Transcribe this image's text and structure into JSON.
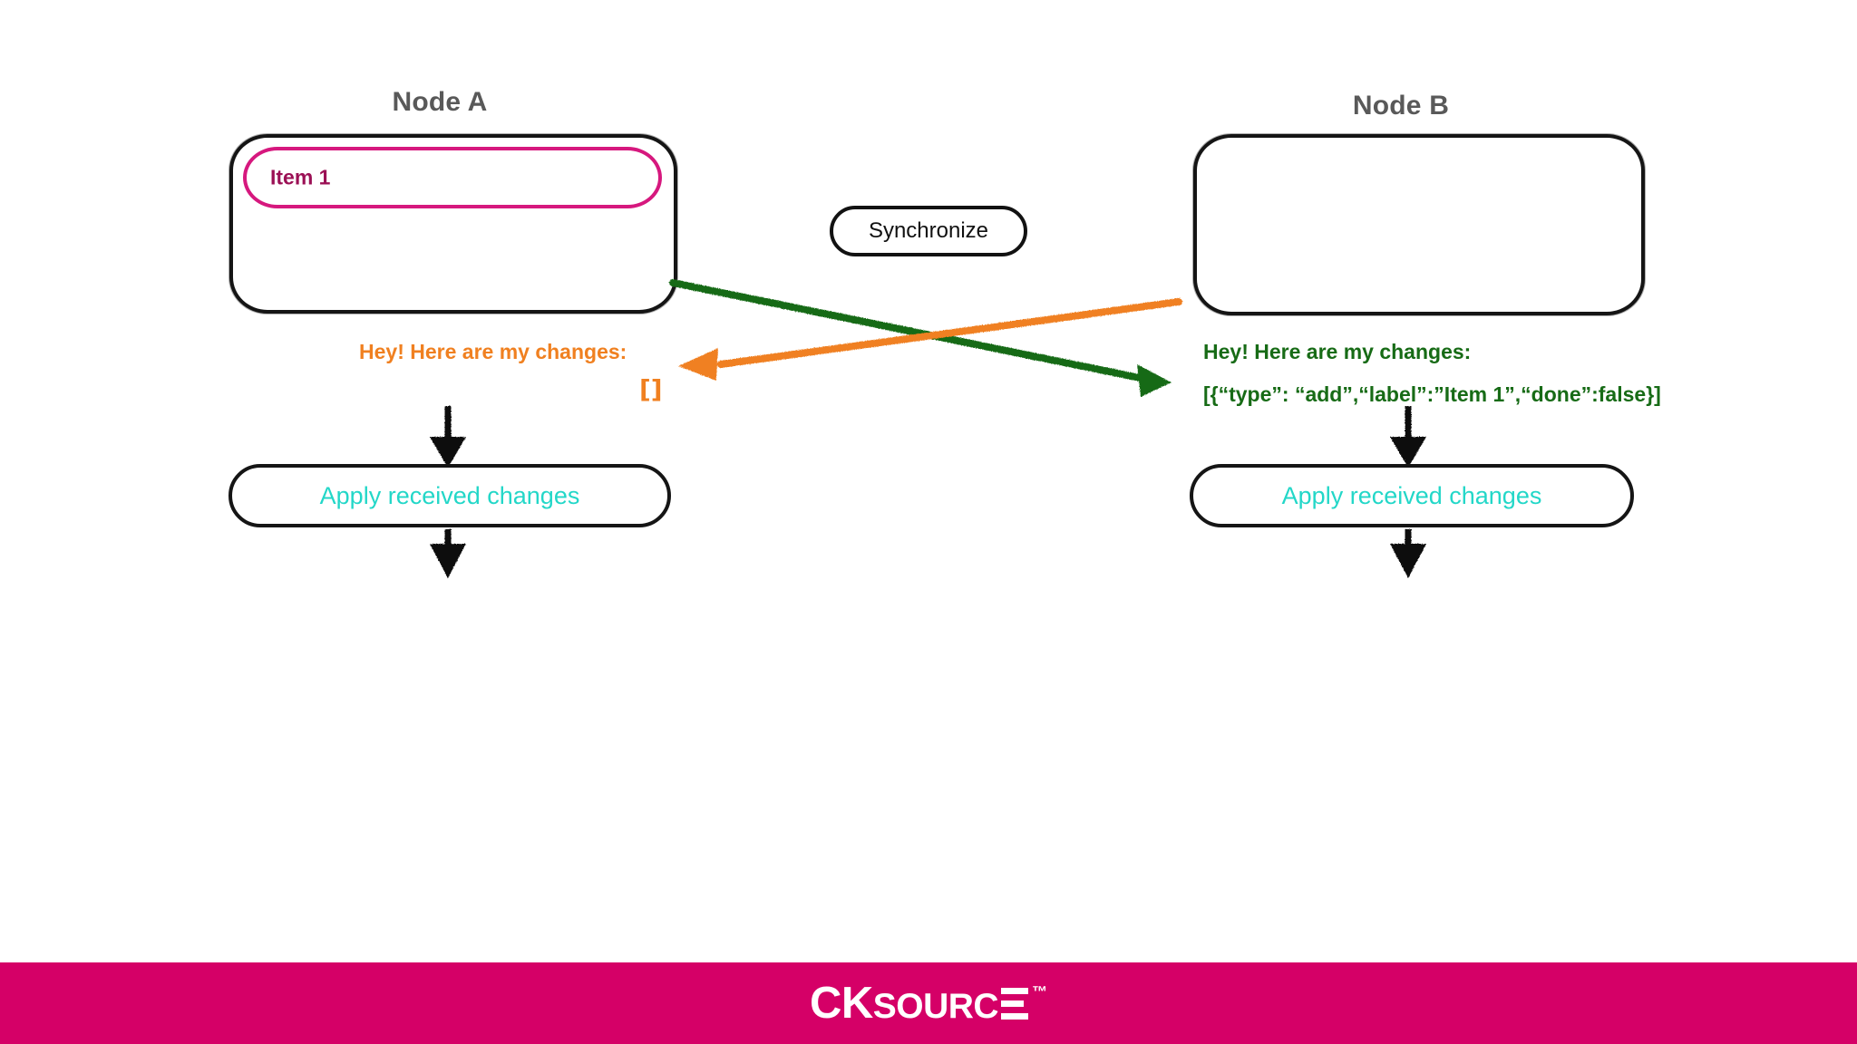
{
  "diagram": {
    "nodes": [
      {
        "title": "Node A",
        "items": [
          {
            "label": "Item 1"
          }
        ]
      },
      {
        "title": "Node B",
        "items": []
      }
    ],
    "sync_button": {
      "label": "Synchronize"
    },
    "messages": {
      "left": {
        "heading": "Hey! Here are my changes:",
        "payload": "[]",
        "color": "#F08020"
      },
      "right": {
        "heading": "Hey! Here are my changes:",
        "payload": "[{“type”: “add”,“label”:”Item 1”,“done”:false}]",
        "color": "#176B16"
      }
    },
    "apply_steps": [
      {
        "label": "Apply received changes"
      },
      {
        "label": "Apply received changes"
      }
    ],
    "colors": {
      "item_border": "#D6187E",
      "item_text": "#9B1055",
      "node_title": "#595959",
      "apply_text": "#23D7C8",
      "outline": "#151515",
      "arrow_green": "#176B16",
      "arrow_orange": "#F08020",
      "footer_bg": "#D50067"
    }
  },
  "footer": {
    "brand_ck": "CK",
    "brand_source": "SOURC",
    "trademark": "™"
  }
}
